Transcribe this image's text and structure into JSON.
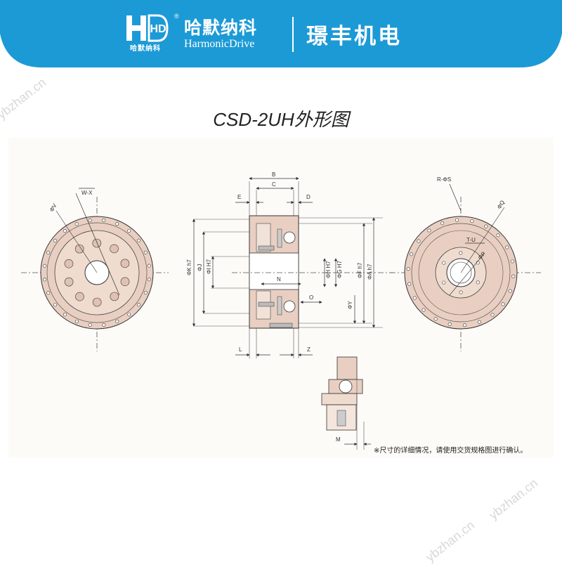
{
  "header": {
    "logo_mark": "HD",
    "logo_sub": "哈默纳科",
    "registered": "®",
    "brand_cn": "哈默纳科",
    "brand_en": "HarmonicDrive",
    "company": "璟丰机电",
    "bg_color": "#1c9ad6"
  },
  "title": "CSD-2UH外形图",
  "watermarks": [
    "ybzhan.cn",
    "ybzhan.cn",
    "ybzhan.cn"
  ],
  "labels": {
    "left_wx": "W-X",
    "left_phiv": "ΦV",
    "B": "B",
    "C": "C",
    "E": "E",
    "D": "D",
    "K": "ΦK h7",
    "J": "ΦJ",
    "I": "ΦI H7",
    "H": "ΦH H7",
    "G": "ΦG H7",
    "F": "ΦF h7",
    "A": "ΦA h7",
    "N": "N",
    "O": "O",
    "Y": "ΦY",
    "L": "L",
    "Z": "Z",
    "right_rs": "R-ΦS",
    "right_q": "ΦQ",
    "right_tu": "T-U",
    "right_p": "ΦP",
    "M": "M"
  },
  "footnote": "※尺寸的详细情况，请使用交货规格图进行确认。"
}
